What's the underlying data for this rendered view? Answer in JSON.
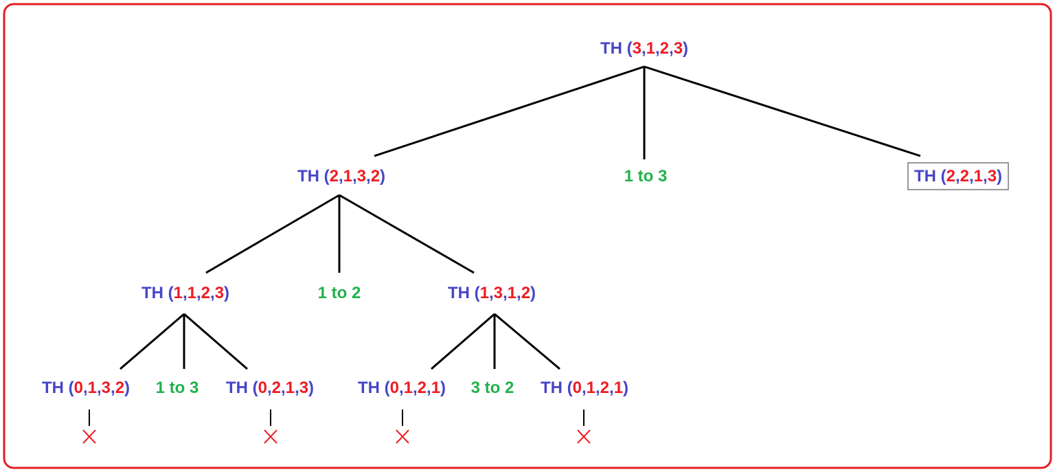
{
  "colors": {
    "label": "#4646c8",
    "args": "#ee1c24",
    "move": "#22b14c",
    "border": "#e31e24",
    "edge": "#000000",
    "dead_end": "#ee1c24"
  },
  "nodes": [
    {
      "id": "root",
      "kind": "call",
      "name": "TH",
      "args": [
        "3",
        "1",
        "2",
        "3"
      ]
    },
    {
      "id": "a",
      "kind": "call",
      "name": "TH",
      "args": [
        "2",
        "1",
        "3",
        "2"
      ]
    },
    {
      "id": "m1",
      "kind": "move",
      "text": "1 to 3"
    },
    {
      "id": "b",
      "kind": "call",
      "name": "TH",
      "args": [
        "2",
        "2",
        "1",
        "3"
      ],
      "boxed": true
    },
    {
      "id": "a1",
      "kind": "call",
      "name": "TH",
      "args": [
        "1",
        "1",
        "2",
        "3"
      ]
    },
    {
      "id": "m2",
      "kind": "move",
      "text": "1 to 2"
    },
    {
      "id": "a2",
      "kind": "call",
      "name": "TH",
      "args": [
        "1",
        "3",
        "1",
        "2"
      ]
    },
    {
      "id": "c1",
      "kind": "call",
      "name": "TH",
      "args": [
        "0",
        "1",
        "3",
        "2"
      ],
      "dead_end": true
    },
    {
      "id": "m3",
      "kind": "move",
      "text": "1 to 3"
    },
    {
      "id": "c2",
      "kind": "call",
      "name": "TH",
      "args": [
        "0",
        "2",
        "1",
        "3"
      ],
      "dead_end": true
    },
    {
      "id": "c3",
      "kind": "call",
      "name": "TH",
      "args": [
        "0",
        "1",
        "2",
        "1"
      ],
      "dead_end": true
    },
    {
      "id": "m4",
      "kind": "move",
      "text": "3 to 2"
    },
    {
      "id": "c4",
      "kind": "call",
      "name": "TH",
      "args": [
        "0",
        "1",
        "2",
        "1"
      ],
      "dead_end": true
    }
  ],
  "edges": [
    [
      "root",
      "a"
    ],
    [
      "root",
      "m1"
    ],
    [
      "root",
      "b"
    ],
    [
      "a",
      "a1"
    ],
    [
      "a",
      "m2"
    ],
    [
      "a",
      "a2"
    ],
    [
      "a1",
      "c1"
    ],
    [
      "a1",
      "m3"
    ],
    [
      "a1",
      "c2"
    ],
    [
      "a2",
      "c3"
    ],
    [
      "a2",
      "m4"
    ],
    [
      "a2",
      "c4"
    ]
  ]
}
